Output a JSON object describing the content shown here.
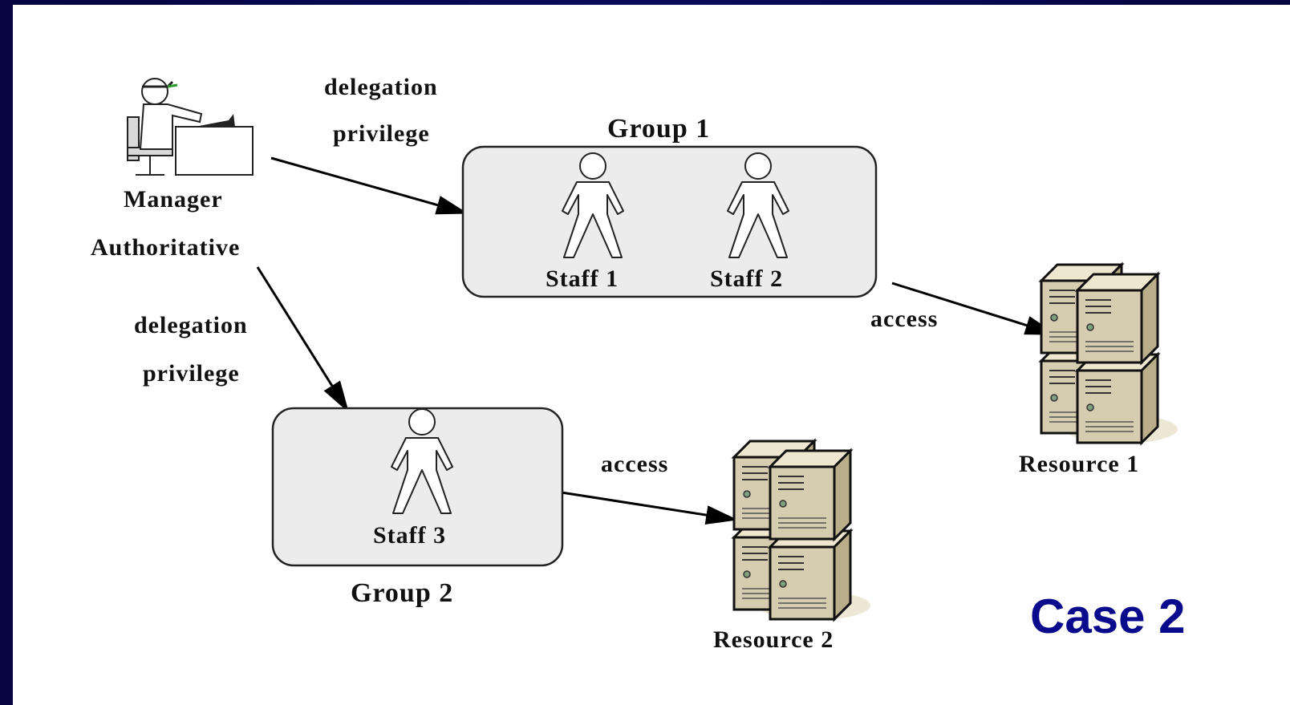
{
  "manager": {
    "label_1": "Manager",
    "label_2": "Authoritative",
    "icon": "manager-at-desk-icon"
  },
  "edges": [
    {
      "from": "manager",
      "to": "group1",
      "label_1": "delegation",
      "label_2": "privilege"
    },
    {
      "from": "manager",
      "to": "group2",
      "label_1": "delegation",
      "label_2": "privilege"
    },
    {
      "from": "group1",
      "to": "resource1",
      "label": "access"
    },
    {
      "from": "group2",
      "to": "resource2",
      "label": "access"
    }
  ],
  "group1": {
    "title": "Group 1",
    "members": [
      {
        "label": "Staff 1",
        "icon": "person-icon"
      },
      {
        "label": "Staff 2",
        "icon": "person-icon"
      }
    ]
  },
  "group2": {
    "title": "Group 2",
    "members": [
      {
        "label": "Staff 3",
        "icon": "person-icon"
      }
    ]
  },
  "resources": [
    {
      "label": "Resource 1",
      "icon": "server-stack-icon"
    },
    {
      "label": "Resource 2",
      "icon": "server-stack-icon"
    }
  ],
  "case_label": "Case 2",
  "colors": {
    "background": "#06063a",
    "canvas": "#ffffff",
    "group_fill": "#ececec",
    "case_text": "#0a0a8c",
    "server_body": "#d6ccb0"
  }
}
